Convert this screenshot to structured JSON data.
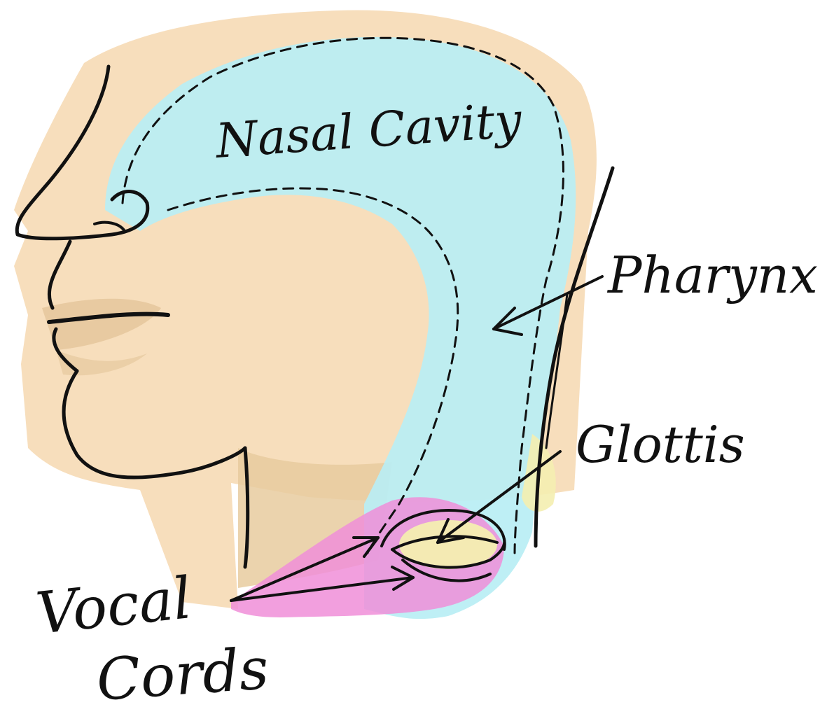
{
  "labels": {
    "nasal_cavity": "Nasal Cavity",
    "pharynx": "Pharynx",
    "glottis": "Glottis",
    "vocal_line1": "Vocal",
    "vocal_line2": "Cords"
  },
  "colors": {
    "skin": "#f7dcb8",
    "skin_shadow": "#e3c49a",
    "airway": "#b8eef4",
    "vocal_cords": "#f08ed8",
    "glottis": "#f4eeb0",
    "ink": "#111111",
    "background": "#ffffff"
  }
}
